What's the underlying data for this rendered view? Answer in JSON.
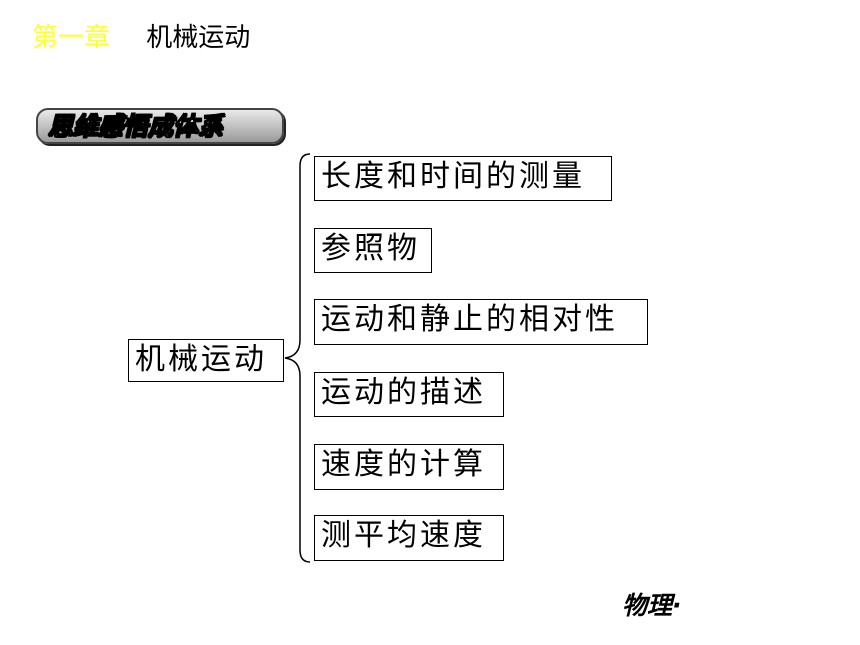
{
  "header": {
    "chapter": "第一章",
    "title": "机械运动"
  },
  "banner": {
    "text": "思维感悟成体系"
  },
  "diagram": {
    "root": "机械运动",
    "branches": [
      "长度和时间的测量",
      "参照物",
      "运动和静止的相对性",
      "运动的描述",
      "速度的计算",
      "测平均速度"
    ]
  },
  "footer": {
    "text": "物理·"
  }
}
